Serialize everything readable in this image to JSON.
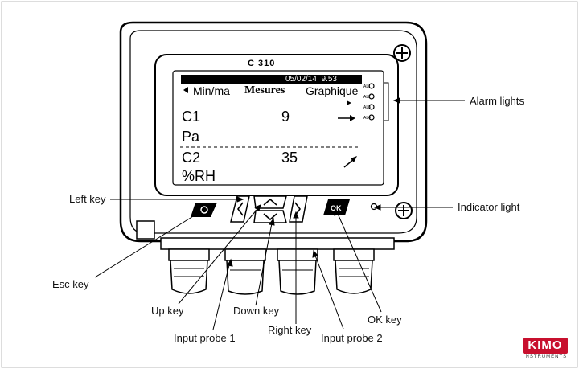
{
  "device": {
    "model": "C 310",
    "datetime": "05/02/14  9.53",
    "menu": {
      "left": "Min/ma",
      "center": "Mesures",
      "right": "Graphique"
    },
    "channel1": {
      "name": "C1",
      "value": "9",
      "unit": "Pa"
    },
    "channel2": {
      "name": "C2",
      "value": "35",
      "unit": "%RH"
    },
    "alarm_labels": [
      "AL1",
      "AL2",
      "AL3",
      "AL4"
    ],
    "ok_key_label": "OK"
  },
  "callouts": {
    "alarm_lights": "Alarm lights",
    "left_key": "Left key",
    "indicator_light": "Indicator light",
    "esc_key": "Esc key",
    "up_key": "Up key",
    "down_key": "Down key",
    "right_key": "Right key",
    "input_probe_1": "Input probe 1",
    "input_probe_2": "Input probe 2",
    "ok_key": "OK key"
  },
  "brand": {
    "name": "KIMO",
    "tagline": "INSTRUMENTS",
    "color": "#c8102e"
  }
}
